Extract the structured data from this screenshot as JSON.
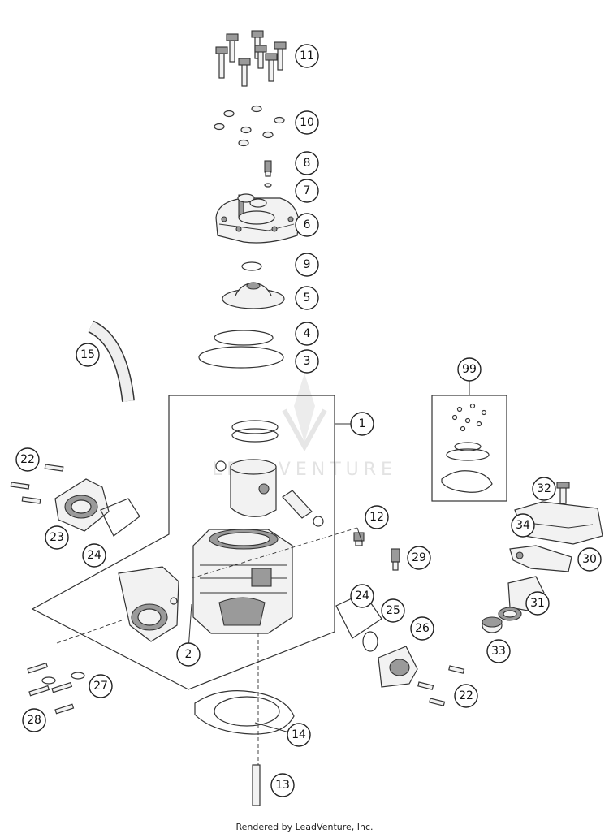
{
  "watermark": "LEADVENTURE",
  "footer": "Rendered by LeadVenture, Inc.",
  "callouts": [
    "11",
    "10",
    "8",
    "7",
    "6",
    "9",
    "5",
    "4",
    "3",
    "15",
    "99",
    "1",
    "22",
    "23",
    "24",
    "12",
    "29",
    "32",
    "34",
    "30",
    "31",
    "33",
    "24",
    "25",
    "26",
    "2",
    "27",
    "22",
    "28",
    "14",
    "13"
  ]
}
